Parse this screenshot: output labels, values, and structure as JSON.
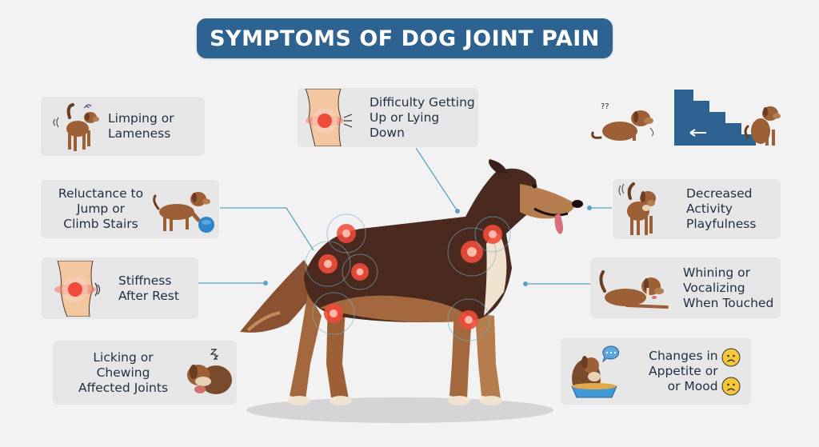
{
  "title": "SYMPTOMS OF DOG JOINT PAIN",
  "colors": {
    "background": "#f2f2f2",
    "banner": "#2e6290",
    "card": "#e6e6e6",
    "text": "#1f2f45",
    "connector": "#5aa3c4",
    "pain_marker": "#f04a3a",
    "dog_dark": "#4a2a1e",
    "dog_tan": "#b57c4e",
    "stairs": "#2e6290",
    "emoji": "#f5c83a"
  },
  "symptoms": [
    {
      "id": "limping",
      "lines": [
        "Limping or",
        "Lameness"
      ],
      "icon": "limping-dog-icon"
    },
    {
      "id": "reluctance",
      "lines": [
        "Reluctance to",
        "Jump or",
        "Climb Stairs"
      ],
      "icon": "dog-with-ball-icon"
    },
    {
      "id": "stiffness",
      "lines": [
        "Stiffness",
        "After Rest"
      ],
      "icon": "inflamed-knee-icon"
    },
    {
      "id": "licking",
      "lines": [
        "Licking or Chewing",
        "Affected Joints"
      ],
      "icon": "dog-licking-paw-icon"
    },
    {
      "id": "difficulty",
      "lines": [
        "Difficulty Getting",
        "Up or Lying Down"
      ],
      "icon": "inflamed-knee-icon"
    },
    {
      "id": "decreased",
      "lines": [
        "Decreased",
        "Activity",
        "Playfulness"
      ],
      "icon": "tired-dog-icon"
    },
    {
      "id": "whining",
      "lines": [
        "Whining or",
        "Vocalizing",
        "When Touched"
      ],
      "icon": "lying-dog-icon"
    },
    {
      "id": "appetite",
      "lines": [
        "Changes in",
        "Appetite or",
        "or Mood"
      ],
      "icon": "dog-eating-bowl-icon",
      "extra_icons": [
        "sad-face-icon",
        "sad-face-icon"
      ]
    }
  ],
  "illustrations": {
    "stairs": {
      "icon": "stairs-icon",
      "arrow": "left-arrow-icon",
      "dogs": [
        "confused-dog-icon",
        "sitting-dog-icon"
      ]
    },
    "central": {
      "icon": "dog-joint-pain-map",
      "pain_points": 7
    }
  }
}
